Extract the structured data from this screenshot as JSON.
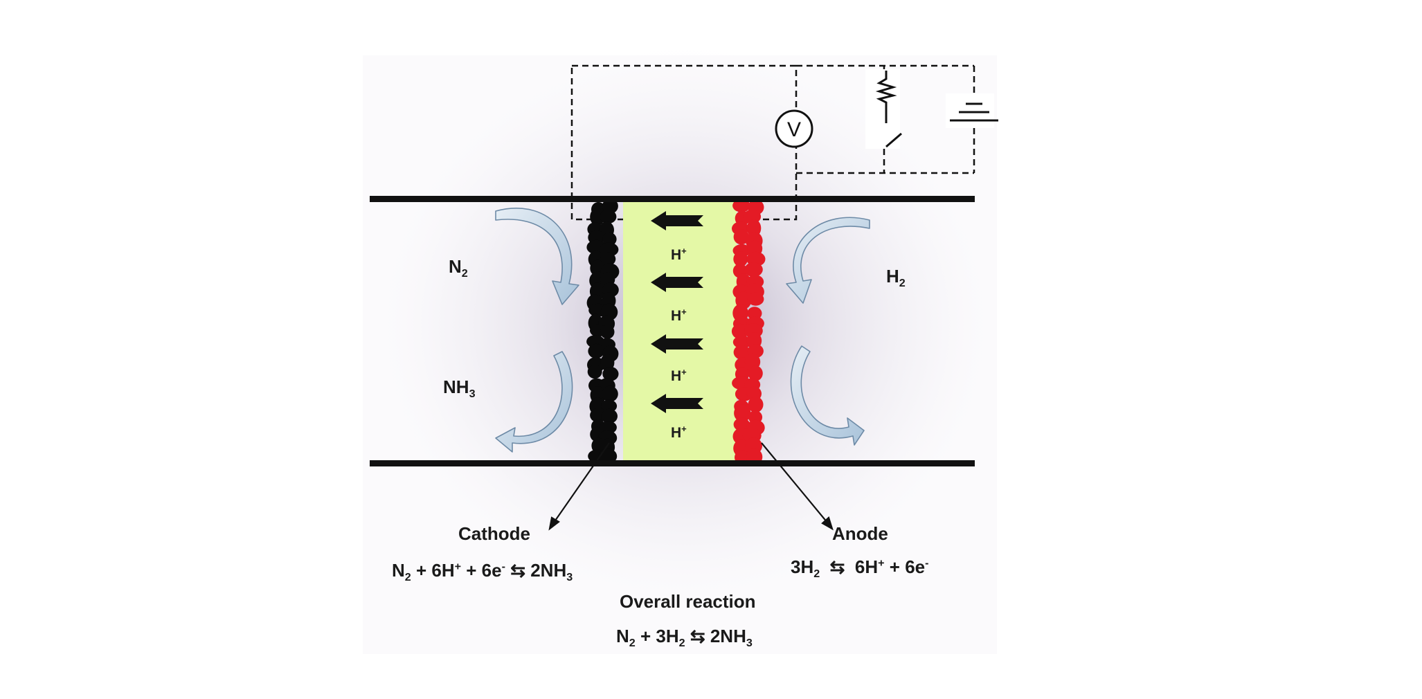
{
  "colors": {
    "membrane": "#e4f8a6",
    "cathode_particles": "#0b0b0b",
    "anode_particles": "#e41b25",
    "flow_arrows": "#b6cde0",
    "plates": "#111111",
    "circuit": "#111111"
  },
  "icons": [
    "voltmeter-icon",
    "resistor-icon",
    "switch-icon",
    "battery-icon",
    "proton-arrow-icon",
    "flow-arrow-icon"
  ],
  "circuit": {
    "voltmeter_symbol": "V"
  },
  "gases": {
    "n2": {
      "base": "N",
      "sub": "2"
    },
    "nh3": {
      "base": "NH",
      "sub": "3"
    },
    "h2": {
      "base": "H",
      "sub": "2"
    }
  },
  "proton": {
    "base": "H",
    "sup": "+"
  },
  "protons_count": 4,
  "electrodes": {
    "cathode_label": "Cathode",
    "anode_label": "Anode"
  },
  "reactions": {
    "cathode": {
      "p1": "N",
      "s1": "2",
      "p2": " + 6H",
      "u1": "+",
      "p3": " + 6e",
      "u2": "-",
      "arrow": " ⇆ ",
      "p4": "2NH",
      "s2": "3"
    },
    "anode": {
      "p1": "3H",
      "s1": "2",
      "arrow": "  ⇆  ",
      "p2": "6H",
      "u1": "+",
      "p3": " + 6e",
      "u2": "-"
    },
    "overall_title": "Overall reaction",
    "overall": {
      "p1": "N",
      "s1": "2",
      "p2": " + 3H",
      "s2": "2",
      "arrow": " ⇆ ",
      "p3": "2NH",
      "s3": "3"
    }
  }
}
